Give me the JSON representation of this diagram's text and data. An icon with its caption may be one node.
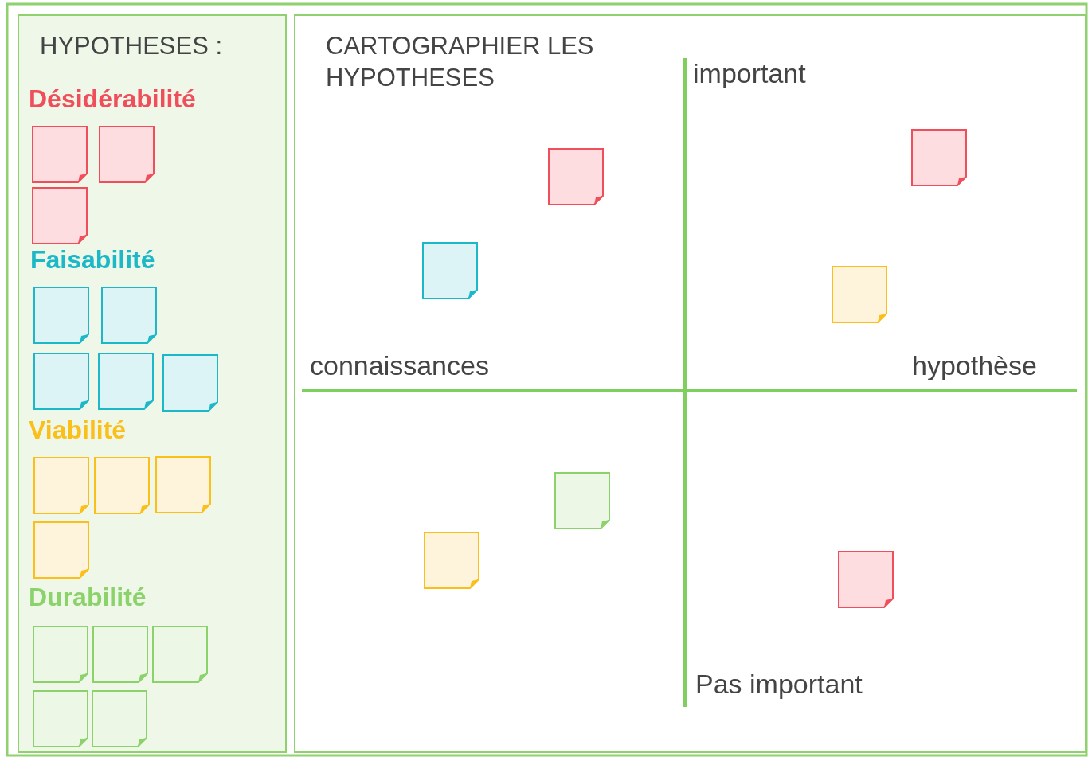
{
  "diagram": {
    "nodes": [
      {
        "text": [
          "HYPOTHESES :"
        ]
      },
      {
        "text": [],
        "shape": "box",
        "in": 0
      },
      {
        "text": [],
        "shape": "box",
        "in": 0
      },
      {
        "text": [],
        "shape": "box",
        "in": 0
      },
      {
        "text": [],
        "shape": "box",
        "in": 0
      },
      {
        "text": [],
        "shape": "box",
        "in": 0
      },
      {
        "text": [],
        "shape": "box",
        "in": 0
      },
      {
        "text": [],
        "shape": "box",
        "in": 0
      },
      {
        "text": [],
        "shape": "box",
        "in": 0
      },
      {
        "text": [],
        "shape": "box",
        "in": 0
      },
      {
        "text": [],
        "shape": "box",
        "in": 0
      },
      {
        "text": [],
        "shape": "box",
        "in": 0
      },
      {
        "text": [],
        "shape": "box",
        "in": 0
      },
      {
        "text": [],
        "shape": "box",
        "in": 0
      },
      {
        "text": [],
        "shape": "box",
        "in": 0
      },
      {
        "text": [],
        "shape": "box",
        "in": 0
      },
      {
        "text": [],
        "shape": "box",
        "in": 0
      },
      {
        "text": [],
        "shape": "box",
        "in": 0
      },
      {
        "text": [
          "CARTOGRAPHIER LES HYPOTHESES"
        ]
      },
      {
        "text": [],
        "shape": "box",
        "in": 18
      },
      {
        "text": [],
        "shape": "box",
        "in": 18
      },
      {
        "text": [],
        "shape": "box",
        "in": 18
      },
      {
        "text": [],
        "shape": "box",
        "in": 18
      },
      {
        "text": [],
        "shape": "box",
        "in": 18
      },
      {
        "text": [],
        "shape": "box",
        "in": 18
      },
      {
        "text": [],
        "shape": "box",
        "in": 18
      }
    ],
    "labels": [
      "Désidérabilité",
      "Faisabilité",
      "Viabilité",
      "Durabilité",
      "important",
      "connaissances",
      "hypothèse",
      "Pas important"
    ]
  }
}
